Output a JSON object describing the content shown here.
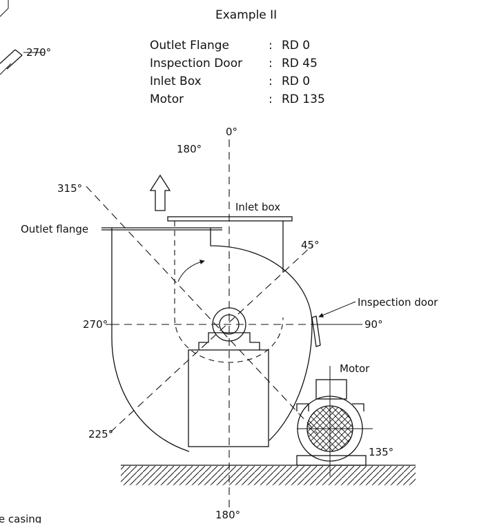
{
  "heading": "Example II",
  "spec_table": [
    {
      "item": "Outlet Flange",
      "sep": ":",
      "value": "RD 0"
    },
    {
      "item": "Inspection Door",
      "sep": ":",
      "value": "RD 45"
    },
    {
      "item": "Inlet Box",
      "sep": ":",
      "value": "RD 0"
    },
    {
      "item": "Motor",
      "sep": ":",
      "value": "RD 135"
    }
  ],
  "angle_labels": {
    "top_zero": "0°",
    "top_180": "180°",
    "a315": "315°",
    "a45": "45°",
    "a270": "270°",
    "a90": "90°",
    "a225": "225°",
    "a135": "135°",
    "bottom_180": "180°",
    "corner_270": "270°"
  },
  "component_labels": {
    "inlet_box": "Inlet box",
    "outlet_flange": "Outlet flange",
    "inspection_door": "Inspection door",
    "motor": "Motor"
  },
  "cropped_caption": "te casing"
}
